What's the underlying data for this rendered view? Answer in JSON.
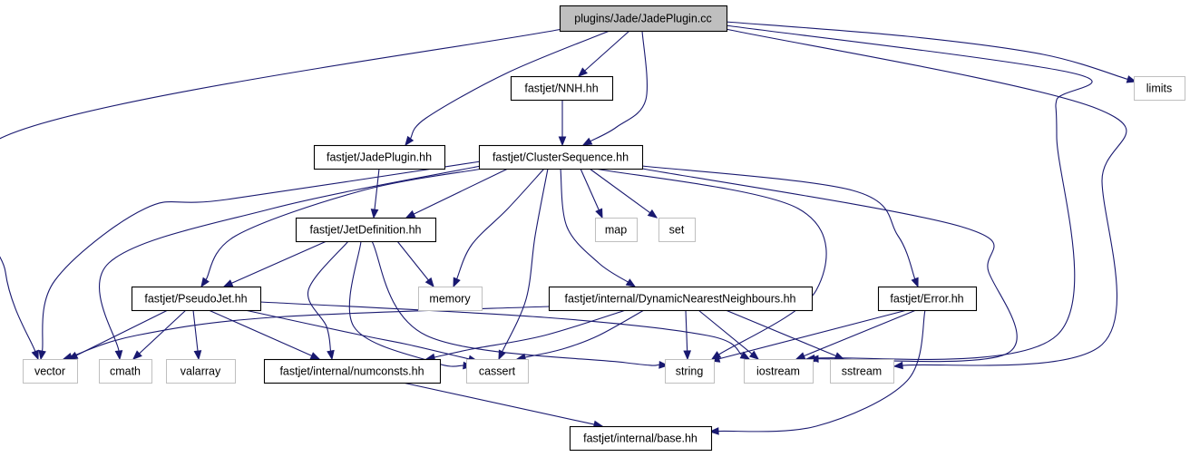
{
  "diagram": {
    "title": "",
    "edge_color": "#191970",
    "root_fill": "#bfbfbf",
    "system_border": "#bfbfbf",
    "nodes": [
      {
        "id": "root",
        "label": "plugins/Jade/JadePlugin.cc",
        "kind": "root"
      },
      {
        "id": "nnh",
        "label": "fastjet/NNH.hh",
        "kind": "local"
      },
      {
        "id": "limits",
        "label": "limits",
        "kind": "system"
      },
      {
        "id": "jadeplugin",
        "label": "fastjet/JadePlugin.hh",
        "kind": "local"
      },
      {
        "id": "clusterseq",
        "label": "fastjet/ClusterSequence.hh",
        "kind": "local"
      },
      {
        "id": "jetdef",
        "label": "fastjet/JetDefinition.hh",
        "kind": "local"
      },
      {
        "id": "map",
        "label": "map",
        "kind": "system"
      },
      {
        "id": "set",
        "label": "set",
        "kind": "system"
      },
      {
        "id": "pseudojet",
        "label": "fastjet/PseudoJet.hh",
        "kind": "local"
      },
      {
        "id": "memory",
        "label": "memory",
        "kind": "system"
      },
      {
        "id": "dnn",
        "label": "fastjet/internal/DynamicNearestNeighbours.hh",
        "kind": "local"
      },
      {
        "id": "error",
        "label": "fastjet/Error.hh",
        "kind": "local"
      },
      {
        "id": "vector",
        "label": "vector",
        "kind": "system"
      },
      {
        "id": "cmath",
        "label": "cmath",
        "kind": "system"
      },
      {
        "id": "valarray",
        "label": "valarray",
        "kind": "system"
      },
      {
        "id": "numconsts",
        "label": "fastjet/internal/numconsts.hh",
        "kind": "local"
      },
      {
        "id": "cassert",
        "label": "cassert",
        "kind": "system"
      },
      {
        "id": "string",
        "label": "string",
        "kind": "system"
      },
      {
        "id": "iostream",
        "label": "iostream",
        "kind": "system"
      },
      {
        "id": "sstream",
        "label": "sstream",
        "kind": "system"
      },
      {
        "id": "base",
        "label": "fastjet/internal/base.hh",
        "kind": "local"
      }
    ],
    "edges": [
      [
        "root",
        "vector"
      ],
      [
        "root",
        "jadeplugin"
      ],
      [
        "root",
        "nnh"
      ],
      [
        "root",
        "clusterseq"
      ],
      [
        "root",
        "iostream"
      ],
      [
        "root",
        "sstream"
      ],
      [
        "root",
        "limits"
      ],
      [
        "nnh",
        "clusterseq"
      ],
      [
        "jadeplugin",
        "jetdef"
      ],
      [
        "clusterseq",
        "vector"
      ],
      [
        "clusterseq",
        "cmath"
      ],
      [
        "clusterseq",
        "pseudojet"
      ],
      [
        "clusterseq",
        "jetdef"
      ],
      [
        "clusterseq",
        "memory"
      ],
      [
        "clusterseq",
        "cassert"
      ],
      [
        "clusterseq",
        "map"
      ],
      [
        "clusterseq",
        "set"
      ],
      [
        "clusterseq",
        "dnn"
      ],
      [
        "clusterseq",
        "string"
      ],
      [
        "clusterseq",
        "error"
      ],
      [
        "clusterseq",
        "iostream"
      ],
      [
        "jetdef",
        "pseudojet"
      ],
      [
        "jetdef",
        "memory"
      ],
      [
        "jetdef",
        "numconsts"
      ],
      [
        "jetdef",
        "cassert"
      ],
      [
        "jetdef",
        "string"
      ],
      [
        "pseudojet",
        "vector"
      ],
      [
        "pseudojet",
        "cmath"
      ],
      [
        "pseudojet",
        "valarray"
      ],
      [
        "pseudojet",
        "numconsts"
      ],
      [
        "pseudojet",
        "cassert"
      ],
      [
        "pseudojet",
        "iostream"
      ],
      [
        "dnn",
        "vector"
      ],
      [
        "dnn",
        "numconsts"
      ],
      [
        "dnn",
        "cassert"
      ],
      [
        "dnn",
        "string"
      ],
      [
        "dnn",
        "iostream"
      ],
      [
        "dnn",
        "sstream"
      ],
      [
        "error",
        "string"
      ],
      [
        "error",
        "iostream"
      ],
      [
        "error",
        "base"
      ],
      [
        "numconsts",
        "base"
      ]
    ]
  }
}
